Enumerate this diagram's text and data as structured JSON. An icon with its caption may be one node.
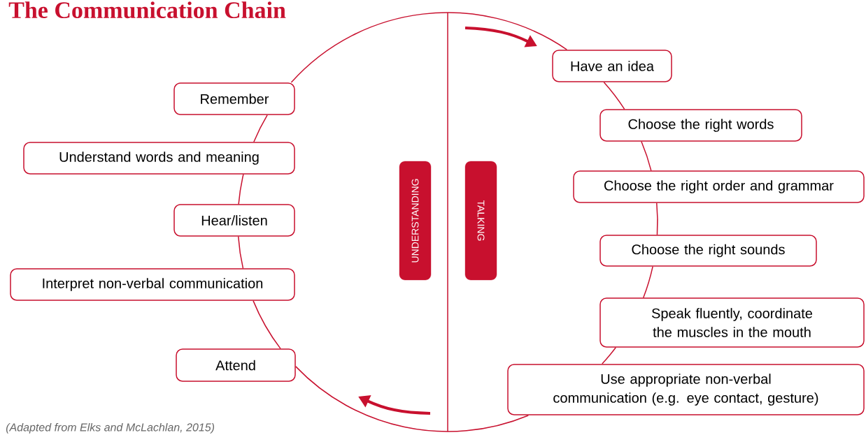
{
  "diagram": {
    "title": "The Communication Chain",
    "caption": "(Adapted from Elks and McLachlan, 2015)",
    "nodes": [
      {
        "text": [
          "Have an idea"
        ]
      },
      {
        "text": [
          "Choose the right words"
        ]
      },
      {
        "text": [
          "Choose the right order and grammar"
        ]
      },
      {
        "text": [
          "Choose the right sounds"
        ]
      },
      {
        "text": [
          "Speak fluently, coordinate the muscles in the mouth"
        ]
      },
      {
        "text": [
          "Use appropriate non-verbal communication (e.g. eye contact, gesture)"
        ]
      },
      {
        "text": [
          "Attend"
        ]
      },
      {
        "text": [
          "Interpret non-verbal communication"
        ]
      },
      {
        "text": [
          "Hear/listen"
        ]
      },
      {
        "text": [
          "Understand words and meaning"
        ]
      },
      {
        "text": [
          "Remember"
        ]
      },
      {
        "text": [
          "UNDERSTANDING"
        ]
      },
      {
        "text": [
          "TALKING"
        ]
      }
    ],
    "edges": [
      {
        "from": 0,
        "to": 1,
        "arrow": "none"
      },
      {
        "from": 1,
        "to": 2,
        "arrow": "none"
      },
      {
        "from": 2,
        "to": 3,
        "arrow": "none"
      },
      {
        "from": 3,
        "to": 4,
        "arrow": "none"
      },
      {
        "from": 4,
        "to": 5,
        "arrow": "none"
      },
      {
        "from": 5,
        "to": 6,
        "arrow": "none"
      },
      {
        "from": 6,
        "to": 7,
        "arrow": "none"
      },
      {
        "from": 7,
        "to": 8,
        "arrow": "none"
      },
      {
        "from": 8,
        "to": 9,
        "arrow": "none"
      },
      {
        "from": 9,
        "to": 10,
        "arrow": "none"
      },
      {
        "from": 10,
        "to": 0,
        "arrow": "none"
      }
    ]
  }
}
